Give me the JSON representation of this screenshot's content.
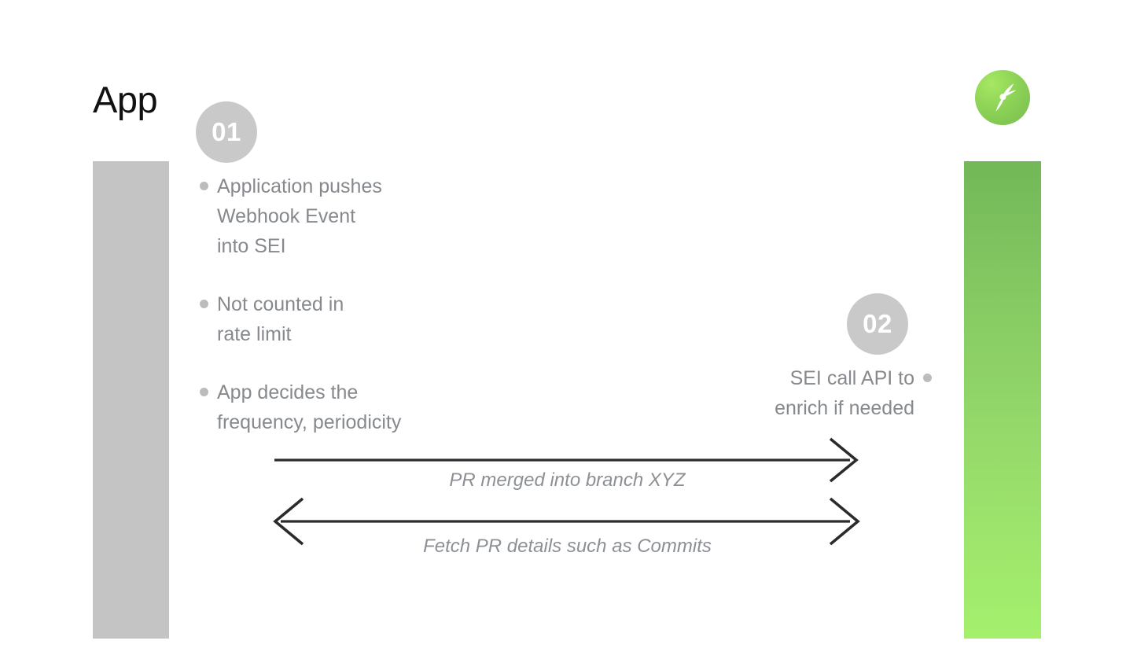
{
  "slide": {
    "title": "App",
    "background_color": "#ffffff"
  },
  "brand": {
    "logo_icon": "propeller-logo-icon",
    "logo_color_light": "#a6e863",
    "logo_color_dark": "#76bd4d"
  },
  "lanes": [
    {
      "name": "app-lane",
      "color": "#c4c4c4"
    },
    {
      "name": "sei-lane",
      "gradient_top": "#73b858",
      "gradient_bottom": "#a4f06d"
    }
  ],
  "steps": [
    {
      "number": "01",
      "badge_color": "#c9c9c9",
      "align": "left",
      "bullets": [
        "Application pushes\nWebhook Event\ninto SEI",
        "Not counted in\nrate limit",
        "App decides the\nfrequency, periodicity"
      ]
    },
    {
      "number": "02",
      "badge_color": "#c9c9c9",
      "align": "right",
      "bullets": [
        "SEI call API to\nenrich if needed"
      ]
    }
  ],
  "messages": [
    {
      "label": "PR merged into branch XYZ",
      "direction": "right",
      "color": "#2b2b2b"
    },
    {
      "label": "Fetch PR details such as Commits",
      "direction": "both",
      "color": "#2b2b2b"
    }
  ],
  "text_colors": {
    "bullet": "#86898d",
    "message_label": "#8c9095",
    "title": "#111111"
  }
}
